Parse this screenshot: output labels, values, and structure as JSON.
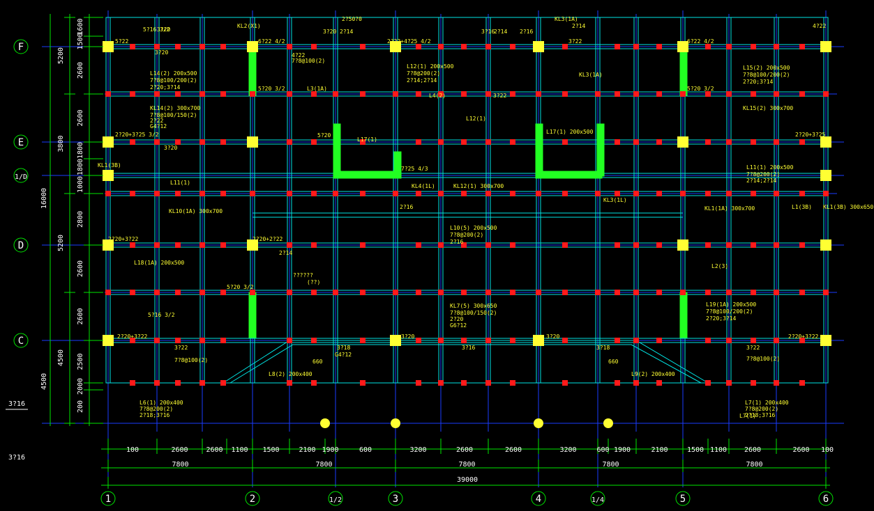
{
  "colors": {
    "background": "#000000",
    "beam": "#00e5e5",
    "grid_axis": "#1a3cff",
    "dimension": "#00e600",
    "column": "#ffff33",
    "rebar": "#ff1a1a",
    "label": "#ffff33",
    "wall_hatch": "#22ff22"
  },
  "grid": {
    "vertical": [
      {
        "id": "1",
        "label": "1"
      },
      {
        "id": "2",
        "label": "2"
      },
      {
        "id": "1_2",
        "label": "1/2"
      },
      {
        "id": "3",
        "label": "3"
      },
      {
        "id": "4",
        "label": "4"
      },
      {
        "id": "1_4",
        "label": "1/4"
      },
      {
        "id": "5",
        "label": "5"
      },
      {
        "id": "6",
        "label": "6"
      }
    ],
    "horizontal": [
      {
        "id": "F",
        "label": "F"
      },
      {
        "id": "E",
        "label": "E"
      },
      {
        "id": "1_D",
        "label": "1/D"
      },
      {
        "id": "D",
        "label": "D"
      },
      {
        "id": "C",
        "label": "C"
      }
    ]
  },
  "dimensions": {
    "bottom_row1": [
      "100",
      "2600",
      "2600",
      "1100",
      "1500",
      "2100",
      "1900",
      "600",
      "3200",
      "2600",
      "2600",
      "3200",
      "600",
      "1900",
      "2100",
      "1500",
      "1100",
      "2600",
      "2600",
      "100"
    ],
    "bottom_row2": [
      "7800",
      "7800",
      "7800",
      "7800",
      "7800"
    ],
    "bottom_total": "39000",
    "left_col1": [
      "1600",
      "1500",
      "2600",
      "2600",
      "1800",
      "1800",
      "1000",
      "2800",
      "2600",
      "2600",
      "2500",
      "2000",
      "200"
    ],
    "left_col2": [
      "5200",
      "3800",
      "5200",
      "4500"
    ],
    "left_total": "16000",
    "left_extra": [
      "4500"
    ]
  },
  "side_notes": [
    "3?16",
    "3?16"
  ],
  "annotations": [
    "5?22",
    "3?20",
    "5?16 3/2",
    "3?20",
    "KL2(X1)",
    "6?22 4/2",
    "3?20",
    "2?14",
    "2?50?0",
    "2?22+4?25 4/2",
    "3?16",
    "2?14",
    "2?16",
    "KL3(1A)",
    "2?14",
    "3?22",
    "6?22 4/2",
    "4?22",
    "L14(2) 200x500",
    "7?8@100/200(2)",
    "2?20;3?14",
    "5?20 3/2",
    "L3(1A)",
    "4?22",
    "7?8@100(2)",
    "L12(1) 200x500",
    "7?8@200(2)",
    "2?14;2?14",
    "KL3(1A)",
    "L15(2) 200x500",
    "7?8@100/200(2)",
    "2?20;3?14",
    "5?20 3/2",
    "KL14(2) 300x700",
    "7?8@100/150(2)",
    "2?22",
    "G4?12",
    "L12(1)",
    "L4(2)",
    "L17(1) 200x500",
    "KL15(2) 300x700",
    "2?20+3?25 3/2",
    "5?20",
    "3?20",
    "3?22",
    "2?20+3?25",
    "L17(1)",
    "KL1(3B)",
    "L11(1)",
    "L1(3B)",
    "7?25 4/3",
    "L11(1) 200x500",
    "7?8@200(2)",
    "2?14;2?14",
    "KL1(3B) 300x650",
    "KL10(1A) 300x700",
    "KL4(1L)",
    "KL12(1) 300x700",
    "KL3(1L)",
    "KL1(1A) 300x700",
    "2?20+3?22",
    "2?20+2?22",
    "2?14",
    "2?16",
    "L10(5) 200x500",
    "7?8@200(2)",
    "2?16",
    "L18(1A) 200x500",
    "L2(3)",
    "L7(1)",
    "5?20 3/2",
    "KL7(5) 300x650",
    "7?8@100/150(2)",
    "2?20",
    "G6?12",
    "L19(1A) 200x500",
    "7?8@100/200(2)",
    "2?20;3?14",
    "2?20+3?22",
    "3?20",
    "3?20",
    "2?20+3?22",
    "3?22",
    "7?8@100(2)",
    "5?16 3/2",
    "3?18",
    "G4?12",
    "3?16",
    "660",
    "660",
    "3?18",
    "3?22",
    "7?8@100(2)",
    "L6(1) 200x400",
    "7?8@200(2)",
    "2?18;3?16",
    "L7(1) 200x400",
    "7?8@200(2)",
    "2?18;3?16",
    "L8(2) 200x400",
    "L9(2) 200x400",
    "??????",
    "(??)"
  ]
}
